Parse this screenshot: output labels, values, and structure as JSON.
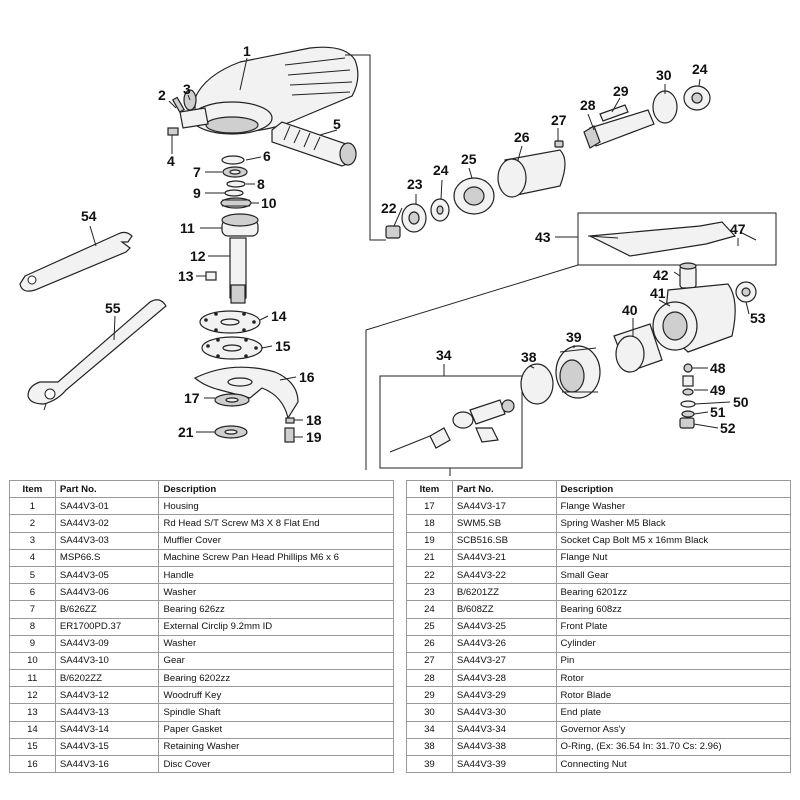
{
  "callouts": [
    "1",
    "2",
    "3",
    "4",
    "5",
    "6",
    "7",
    "8",
    "9",
    "10",
    "11",
    "12",
    "13",
    "14",
    "15",
    "16",
    "17",
    "18",
    "19",
    "21",
    "22",
    "23",
    "24",
    "25",
    "26",
    "27",
    "28",
    "29",
    "30",
    "24",
    "34",
    "38",
    "39",
    "40",
    "41",
    "42",
    "43",
    "47",
    "48",
    "49",
    "50",
    "51",
    "52",
    "53",
    "54",
    "55"
  ],
  "table_headers": {
    "item": "Item",
    "part_no": "Part No.",
    "description": "Description"
  },
  "left_rows": [
    {
      "item": "1",
      "part_no": "SA44V3-01",
      "description": "Housing"
    },
    {
      "item": "2",
      "part_no": "SA44V3-02",
      "description": "Rd Head S/T Screw M3 X 8 Flat End"
    },
    {
      "item": "3",
      "part_no": "SA44V3-03",
      "description": "Muffler Cover"
    },
    {
      "item": "4",
      "part_no": "MSP66.S",
      "description": "Machine Screw Pan Head Phillips M6 x 6"
    },
    {
      "item": "5",
      "part_no": "SA44V3-05",
      "description": "Handle"
    },
    {
      "item": "6",
      "part_no": "SA44V3-06",
      "description": "Washer"
    },
    {
      "item": "7",
      "part_no": "B/626ZZ",
      "description": "Bearing 626zz"
    },
    {
      "item": "8",
      "part_no": "ER1700PD.37",
      "description": "External Circlip 9.2mm ID"
    },
    {
      "item": "9",
      "part_no": "SA44V3-09",
      "description": "Washer"
    },
    {
      "item": "10",
      "part_no": "SA44V3-10",
      "description": "Gear"
    },
    {
      "item": "11",
      "part_no": "B/6202ZZ",
      "description": "Bearing 6202zz"
    },
    {
      "item": "12",
      "part_no": "SA44V3-12",
      "description": "Woodruff Key"
    },
    {
      "item": "13",
      "part_no": "SA44V3-13",
      "description": "Spindle Shaft"
    },
    {
      "item": "14",
      "part_no": "SA44V3-14",
      "description": "Paper Gasket"
    },
    {
      "item": "15",
      "part_no": "SA44V3-15",
      "description": "Retaining Washer"
    },
    {
      "item": "16",
      "part_no": "SA44V3-16",
      "description": "Disc Cover"
    }
  ],
  "right_rows": [
    {
      "item": "17",
      "part_no": "SA44V3-17",
      "description": "Flange Washer"
    },
    {
      "item": "18",
      "part_no": "SWM5.SB",
      "description": "Spring Washer M5 Black"
    },
    {
      "item": "19",
      "part_no": "SCB516.SB",
      "description": "Socket Cap Bolt M5 x 16mm Black"
    },
    {
      "item": "21",
      "part_no": "SA44V3-21",
      "description": "Flange Nut"
    },
    {
      "item": "22",
      "part_no": "SA44V3-22",
      "description": "Small Gear"
    },
    {
      "item": "23",
      "part_no": "B/6201ZZ",
      "description": "Bearing 6201zz"
    },
    {
      "item": "24",
      "part_no": "B/608ZZ",
      "description": "Bearing 608zz"
    },
    {
      "item": "25",
      "part_no": "SA44V3-25",
      "description": "Front Plate"
    },
    {
      "item": "26",
      "part_no": "SA44V3-26",
      "description": "Cylinder"
    },
    {
      "item": "27",
      "part_no": "SA44V3-27",
      "description": "Pin"
    },
    {
      "item": "28",
      "part_no": "SA44V3-28",
      "description": "Rotor"
    },
    {
      "item": "29",
      "part_no": "SA44V3-29",
      "description": "Rotor Blade"
    },
    {
      "item": "30",
      "part_no": "SA44V3-30",
      "description": "End plate"
    },
    {
      "item": "34",
      "part_no": "SA44V3-34",
      "description": "Governor Ass'y"
    },
    {
      "item": "38",
      "part_no": "SA44V3-38",
      "description": "O-Ring, (Ex: 36.54 In: 31.70 Cs: 2.96)"
    },
    {
      "item": "39",
      "part_no": "SA44V3-39",
      "description": "Connecting Nut"
    }
  ]
}
